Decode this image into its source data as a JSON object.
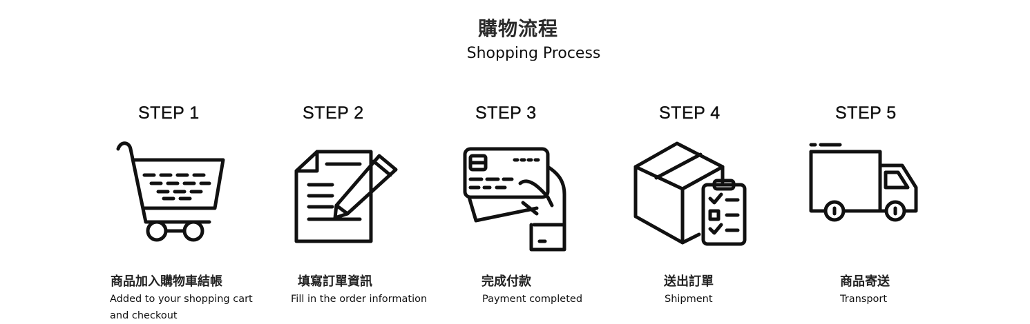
{
  "header": {
    "title": "購物流程",
    "subtitle": "Shopping Process"
  },
  "steps": [
    {
      "label": "STEP 1",
      "title_zh": "商品加入購物車結帳",
      "desc_en": "Added to your shopping cart and checkout",
      "icon": "shopping-cart-icon"
    },
    {
      "label": "STEP 2",
      "title_zh": "填寫訂單資訊",
      "desc_en": "Fill in the order information",
      "icon": "document-pencil-icon"
    },
    {
      "label": "STEP 3",
      "title_zh": "完成付款",
      "desc_en": "Payment completed",
      "icon": "credit-card-hand-icon"
    },
    {
      "label": "STEP 4",
      "title_zh": "送出訂單",
      "desc_en": "Shipment",
      "icon": "box-checklist-icon"
    },
    {
      "label": "STEP 5",
      "title_zh": "商品寄送",
      "desc_en": "Transport",
      "icon": "delivery-truck-icon"
    }
  ]
}
